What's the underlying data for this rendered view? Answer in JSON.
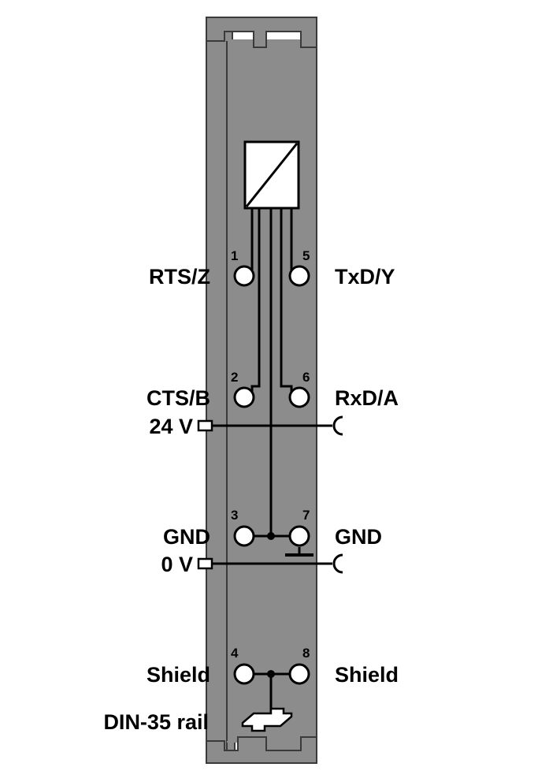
{
  "terminals": [
    {
      "number": "1",
      "label": "RTS/Z"
    },
    {
      "number": "2",
      "label": "CTS/B"
    },
    {
      "number": "3",
      "label": "GND"
    },
    {
      "number": "4",
      "label": "Shield"
    },
    {
      "number": "5",
      "label": "TxD/Y"
    },
    {
      "number": "6",
      "label": "RxD/A"
    },
    {
      "number": "7",
      "label": "GND"
    },
    {
      "number": "8",
      "label": "Shield"
    }
  ],
  "power_contacts": [
    {
      "label": "24 V"
    },
    {
      "label": "0 V"
    }
  ],
  "rail_label": "DIN-35 rail",
  "colors": {
    "housing": "#8c8c8c",
    "housing_outline": "#3a3a3a",
    "wire": "#000000",
    "terminal_fill": "#ffffff"
  }
}
